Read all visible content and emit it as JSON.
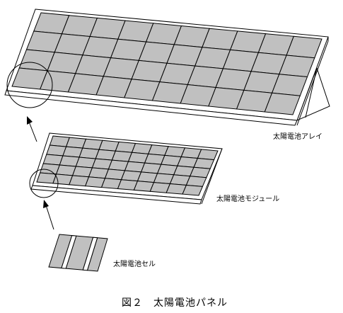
{
  "labels": {
    "array": "太陽電池アレイ",
    "module": "太陽電池モジュール",
    "cell": "太陽電池セル"
  },
  "caption": "図２　太陽電池パネル",
  "colors": {
    "panel_fill": "#c0c0c0",
    "line": "#000000",
    "background": "#ffffff"
  },
  "grid": {
    "array": {
      "cols": 10,
      "rows": 4
    },
    "module": {
      "cols": 10,
      "rows": 5
    },
    "cell": {
      "strips": 3
    }
  }
}
